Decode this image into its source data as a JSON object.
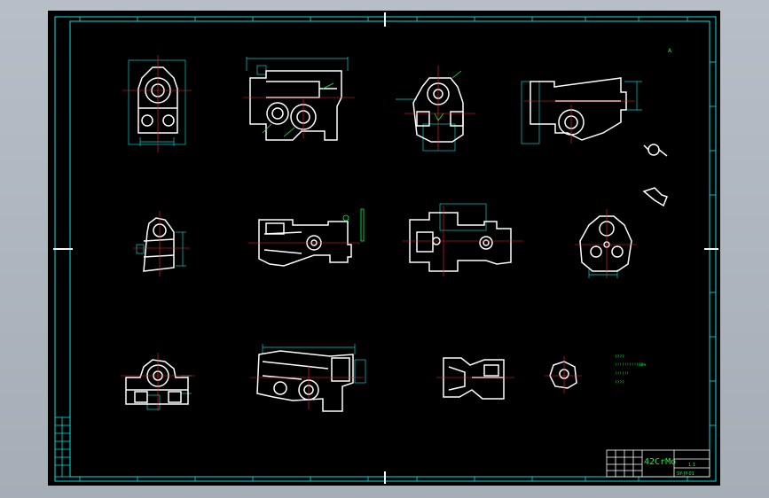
{
  "title_block": {
    "material": "42CrMo",
    "scale": "1:1",
    "sheet_code": "SY-JY-01"
  },
  "notes": [
    "????",
    "!!!!!!!!!!80%",
    "!!!!!!",
    "????"
  ],
  "corner_mark": "A",
  "colors": {
    "background": "#000000",
    "frame": "#00e5e5",
    "outline": "#ffffff",
    "dimension": "#00d0d0",
    "center_line": "#ff2020",
    "annotation": "#00ff40",
    "window": "#b2bac3"
  }
}
